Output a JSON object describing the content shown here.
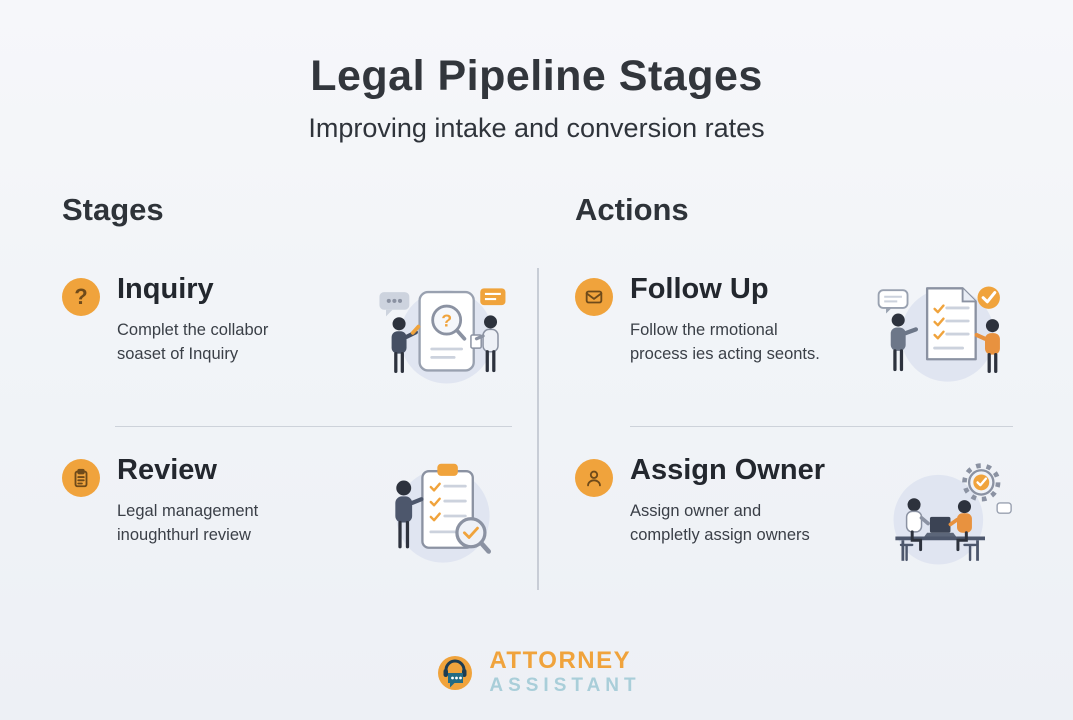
{
  "header": {
    "title": "Legal Pipeline Stages",
    "subtitle": "Improving intake and conversion rates"
  },
  "stages": {
    "heading": "Stages",
    "items": [
      {
        "title": "Inquiry",
        "description": "Complet the collabor soaset of Inquiry",
        "icon": "question-icon",
        "illustration": "people-with-tablet-magnifier"
      },
      {
        "title": "Review",
        "description": "Legal management inoughthurl review",
        "icon": "clipboard-icon",
        "illustration": "checklist-with-magnifier"
      }
    ]
  },
  "actions": {
    "heading": "Actions",
    "items": [
      {
        "title": "Follow Up",
        "description": "Follow the rmotional process ies acting seonts.",
        "icon": "envelope-icon",
        "illustration": "document-checkmarks-people"
      },
      {
        "title": "Assign Owner",
        "description": "Assign owner and completly assign owners",
        "icon": "user-icon",
        "illustration": "two-people-desk-gear"
      }
    ]
  },
  "footer": {
    "brand_top": "ATTORNEY",
    "brand_bottom": "ASSISTANT"
  },
  "colors": {
    "accent_orange": "#f0a33c",
    "brand_blue": "#a9ced9",
    "text_dark": "#32363c",
    "background": "#f2f4f7",
    "divider": "#c8cdd6"
  }
}
